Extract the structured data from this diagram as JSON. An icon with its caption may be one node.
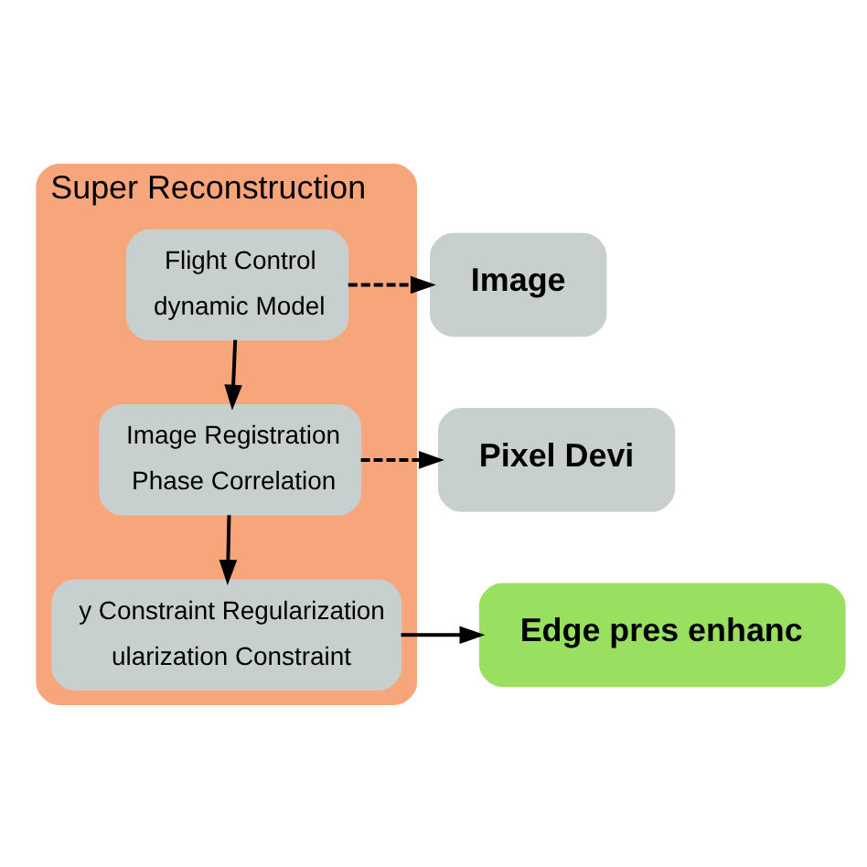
{
  "diagram": {
    "nodes": [
      {
        "text": [
          "Super Reconstruction"
        ]
      },
      {
        "text": [
          "Flight Control",
          "dynamic Model"
        ],
        "in": 0
      },
      {
        "text": [
          "Image Registration",
          "Phase Correlation"
        ],
        "in": 0
      },
      {
        "text": [
          "y Constraint Regularization",
          "ularization Constraint"
        ],
        "in": 0
      },
      {
        "text": [
          "Image"
        ]
      },
      {
        "text": [
          "Pixel Devi"
        ]
      },
      {
        "text": [
          "Edge pres enhanc"
        ]
      }
    ],
    "edges": [
      {
        "from": 1,
        "to": 2,
        "arrow": "to"
      },
      {
        "from": 2,
        "to": 3,
        "arrow": "to"
      },
      {
        "from": 1,
        "to": 4,
        "arrow": "to",
        "style": "dashed"
      },
      {
        "from": 2,
        "to": 5,
        "arrow": "to",
        "style": "dashed"
      },
      {
        "from": 3,
        "to": 6,
        "arrow": "to"
      }
    ]
  }
}
